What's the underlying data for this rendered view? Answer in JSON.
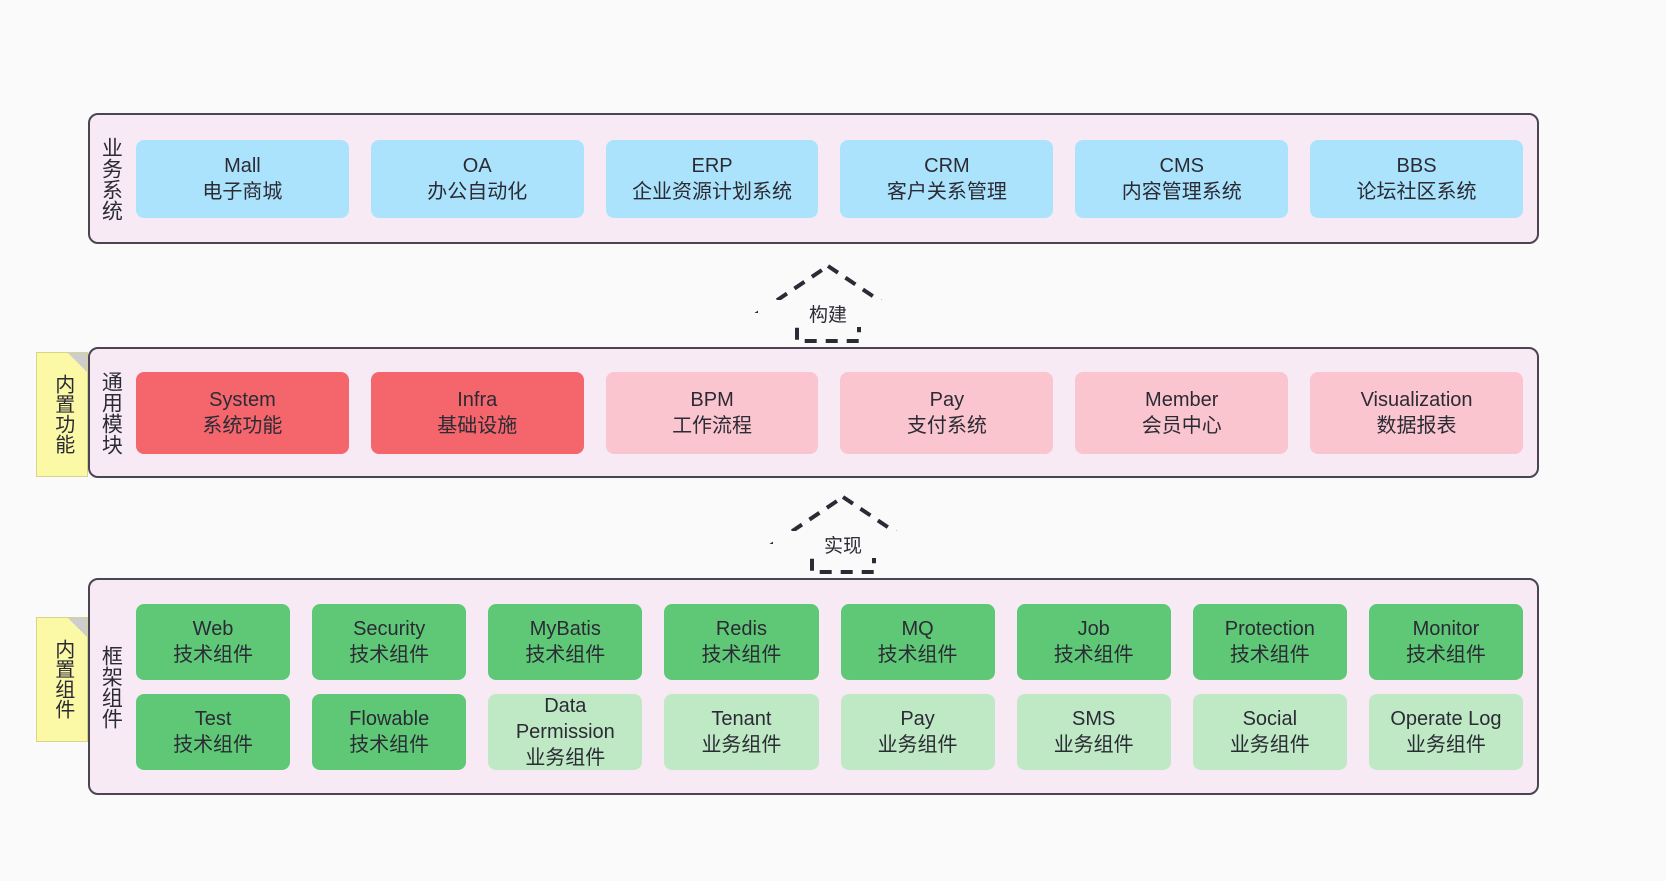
{
  "meta": {
    "background": "#fafafa",
    "panel_bg": "#f8eaf4",
    "panel_border": "#4a4453",
    "note_bg": "#fbf8a6",
    "note_fold": "#cdcdcd",
    "color_biz": "#ace3fc",
    "color_module_strong": "#f4656c",
    "color_module_light": "#fbc5cf",
    "color_tech": "#5fc877",
    "color_business_comp": "#bfe9c5"
  },
  "layers": [
    {
      "id": "business-system",
      "title": "业务系统",
      "rows": [
        {
          "nodes": [
            {
              "name": "Mall",
              "sub": "电子商城",
              "color": "#ace3fc"
            },
            {
              "name": "OA",
              "sub": "办公自动化",
              "color": "#ace3fc"
            },
            {
              "name": "ERP",
              "sub": "企业资源计划系统",
              "color": "#ace3fc"
            },
            {
              "name": "CRM",
              "sub": "客户关系管理",
              "color": "#ace3fc"
            },
            {
              "name": "CMS",
              "sub": "内容管理系统",
              "color": "#ace3fc"
            },
            {
              "name": "BBS",
              "sub": "论坛社区系统",
              "color": "#ace3fc"
            }
          ]
        }
      ]
    },
    {
      "id": "common-module",
      "title": "通用模块",
      "note": "内置功能",
      "rows": [
        {
          "nodes": [
            {
              "name": "System",
              "sub": "系统功能",
              "color": "#f4656c"
            },
            {
              "name": "Infra",
              "sub": "基础设施",
              "color": "#f4656c"
            },
            {
              "name": "BPM",
              "sub": "工作流程",
              "color": "#fbc5cf"
            },
            {
              "name": "Pay",
              "sub": "支付系统",
              "color": "#fbc5cf"
            },
            {
              "name": "Member",
              "sub": "会员中心",
              "color": "#fbc5cf"
            },
            {
              "name": "Visualization",
              "sub": "数据报表",
              "color": "#fbc5cf"
            }
          ]
        }
      ]
    },
    {
      "id": "framework-component",
      "title": "框架组件",
      "note": "内置组件",
      "rows": [
        {
          "nodes": [
            {
              "name": "Web",
              "sub": "技术组件",
              "color": "#5fc877"
            },
            {
              "name": "Security",
              "sub": "技术组件",
              "color": "#5fc877"
            },
            {
              "name": "MyBatis",
              "sub": "技术组件",
              "color": "#5fc877"
            },
            {
              "name": "Redis",
              "sub": "技术组件",
              "color": "#5fc877"
            },
            {
              "name": "MQ",
              "sub": "技术组件",
              "color": "#5fc877"
            },
            {
              "name": "Job",
              "sub": "技术组件",
              "color": "#5fc877"
            },
            {
              "name": "Protection",
              "sub": "技术组件",
              "color": "#5fc877"
            },
            {
              "name": "Monitor",
              "sub": "技术组件",
              "color": "#5fc877"
            }
          ]
        },
        {
          "nodes": [
            {
              "name": "Test",
              "sub": "技术组件",
              "color": "#5fc877"
            },
            {
              "name": "Flowable",
              "sub": "技术组件",
              "color": "#5fc877"
            },
            {
              "name": "Data Permission",
              "sub": "业务组件",
              "color": "#bfe9c5"
            },
            {
              "name": "Tenant",
              "sub": "业务组件",
              "color": "#bfe9c5"
            },
            {
              "name": "Pay",
              "sub": "业务组件",
              "color": "#bfe9c5"
            },
            {
              "name": "SMS",
              "sub": "业务组件",
              "color": "#bfe9c5"
            },
            {
              "name": "Social",
              "sub": "业务组件",
              "color": "#bfe9c5"
            },
            {
              "name": "Operate Log",
              "sub": "业务组件",
              "color": "#bfe9c5"
            }
          ]
        }
      ]
    }
  ],
  "arrows": [
    {
      "id": "arrow-build",
      "label": "构建"
    },
    {
      "id": "arrow-implement",
      "label": "实现"
    }
  ]
}
